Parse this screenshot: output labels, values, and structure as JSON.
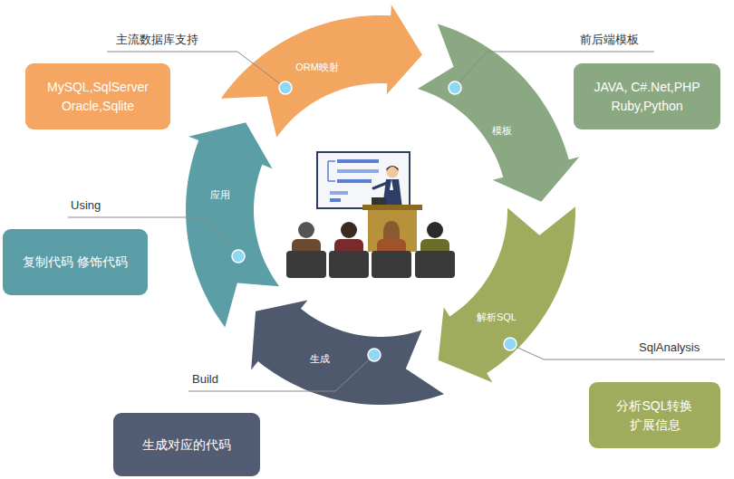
{
  "diagram": {
    "nodes": [
      {
        "text": [
          "ORM映射"
        ]
      },
      {
        "text": [
          "模板"
        ]
      },
      {
        "text": [
          "解析SQL"
        ]
      },
      {
        "text": [
          "生成"
        ]
      },
      {
        "text": [
          "应用"
        ]
      },
      {
        "text": [
          "MySQL,SqlServer Oracle,Sqlite"
        ]
      },
      {
        "text": [
          "JAVA, C#.Net,PHP Ruby,Python"
        ]
      },
      {
        "text": [
          "分析SQL转换 扩展信息"
        ]
      },
      {
        "text": [
          "生成对应的代码"
        ]
      },
      {
        "text": [
          "复制代码 修饰代码"
        ]
      }
    ],
    "labels": [
      "主流数据库支持",
      "前后端模板",
      "SqlAnalysis",
      "Build",
      "Using"
    ]
  }
}
